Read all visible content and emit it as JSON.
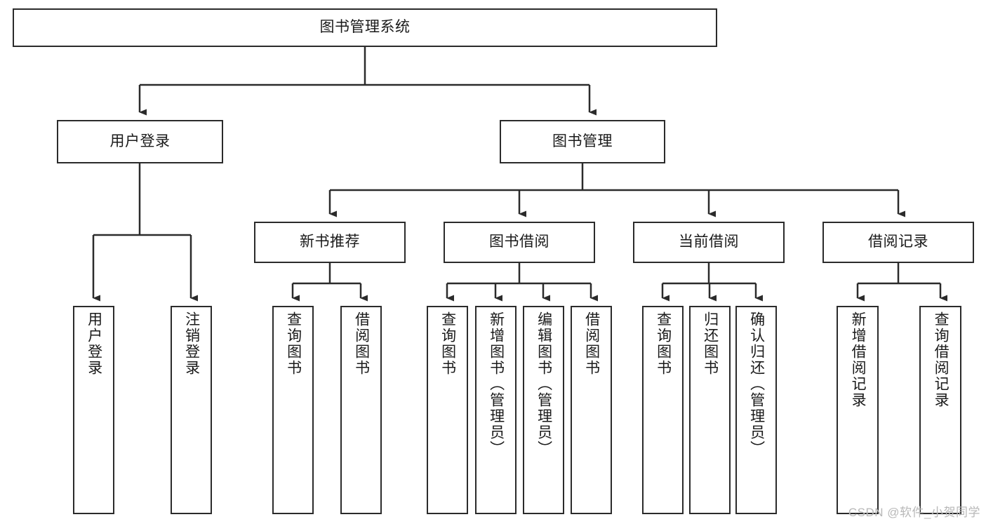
{
  "diagram": {
    "type": "hierarchy-tree",
    "title": "图书管理系统",
    "orientation": "top-down",
    "colors": {
      "box_border": "#2b2b2b",
      "box_fill": "#ffffff",
      "connector": "#2b2b2b",
      "text": "#1a1a1a",
      "watermark": "#b8b8b8"
    },
    "levels": {
      "root": {
        "label": "图书管理系统"
      },
      "level2": [
        {
          "label": "用户登录"
        },
        {
          "label": "图书管理"
        }
      ],
      "level3": [
        {
          "label": "新书推荐"
        },
        {
          "label": "图书借阅"
        },
        {
          "label": "当前借阅"
        },
        {
          "label": "借阅记录"
        }
      ],
      "leaves": {
        "user_login": [
          {
            "label": "用户登录"
          },
          {
            "label": "注销登录"
          }
        ],
        "new_book_recommend": [
          {
            "label": "查询图书"
          },
          {
            "label": "借阅图书"
          }
        ],
        "book_borrow": [
          {
            "label": "查询图书"
          },
          {
            "label": "新增图书（管理员）"
          },
          {
            "label": "编辑图书（管理员）"
          },
          {
            "label": "借阅图书"
          }
        ],
        "current_borrow": [
          {
            "label": "查询图书"
          },
          {
            "label": "归还图书"
          },
          {
            "label": "确认归还（管理员）"
          }
        ],
        "borrow_record": [
          {
            "label": "新增借阅记录"
          },
          {
            "label": "查询借阅记录"
          }
        ]
      }
    },
    "watermark": "CSDN @软件_小贺同学"
  }
}
